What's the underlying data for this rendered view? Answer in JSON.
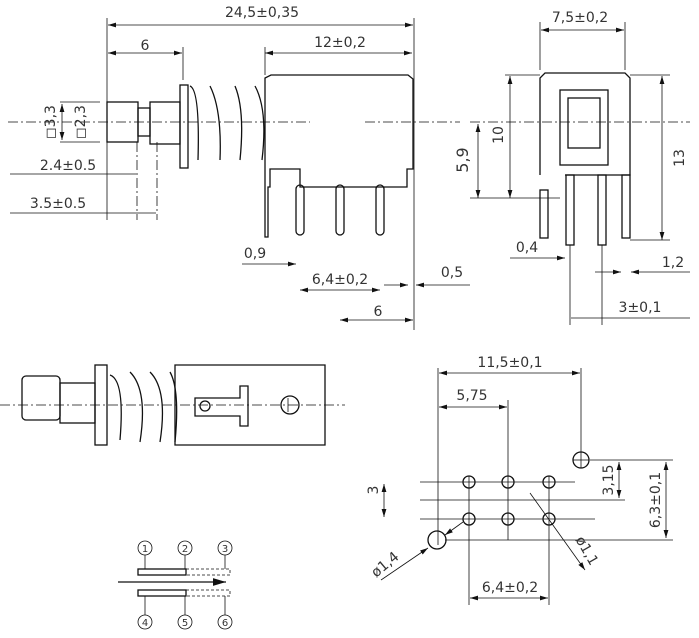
{
  "side_view": {
    "overall": "24,5±0,35",
    "plunger": "6",
    "body": "12±0,2",
    "sq_outer": "◻3,3",
    "sq_inner": "◻2,3",
    "travel1": "2.4±0.5",
    "travel2": "3.5±0.5",
    "pin_width": "0,9",
    "pin_pitch": "6,4±0,2",
    "offset": "0,5",
    "pin_to_end": "6"
  },
  "front_view": {
    "width": "7,5±0,2",
    "center": "5,9",
    "h1": "10",
    "h2": "13",
    "pin": "0,4",
    "leg": "1,2",
    "leg_pitch": "3±0,1"
  },
  "pcb_layout": {
    "span": "11,5±0,1",
    "half": "5,75",
    "row_pitch": "3",
    "offset_y": "3,15",
    "total_y": "6,3±0,1",
    "big_hole": "ø1,4",
    "small_hole": "ø1,1",
    "pitch": "6,4±0,2"
  },
  "schematic": {
    "pins": [
      "1",
      "2",
      "3",
      "4",
      "5",
      "6"
    ]
  }
}
